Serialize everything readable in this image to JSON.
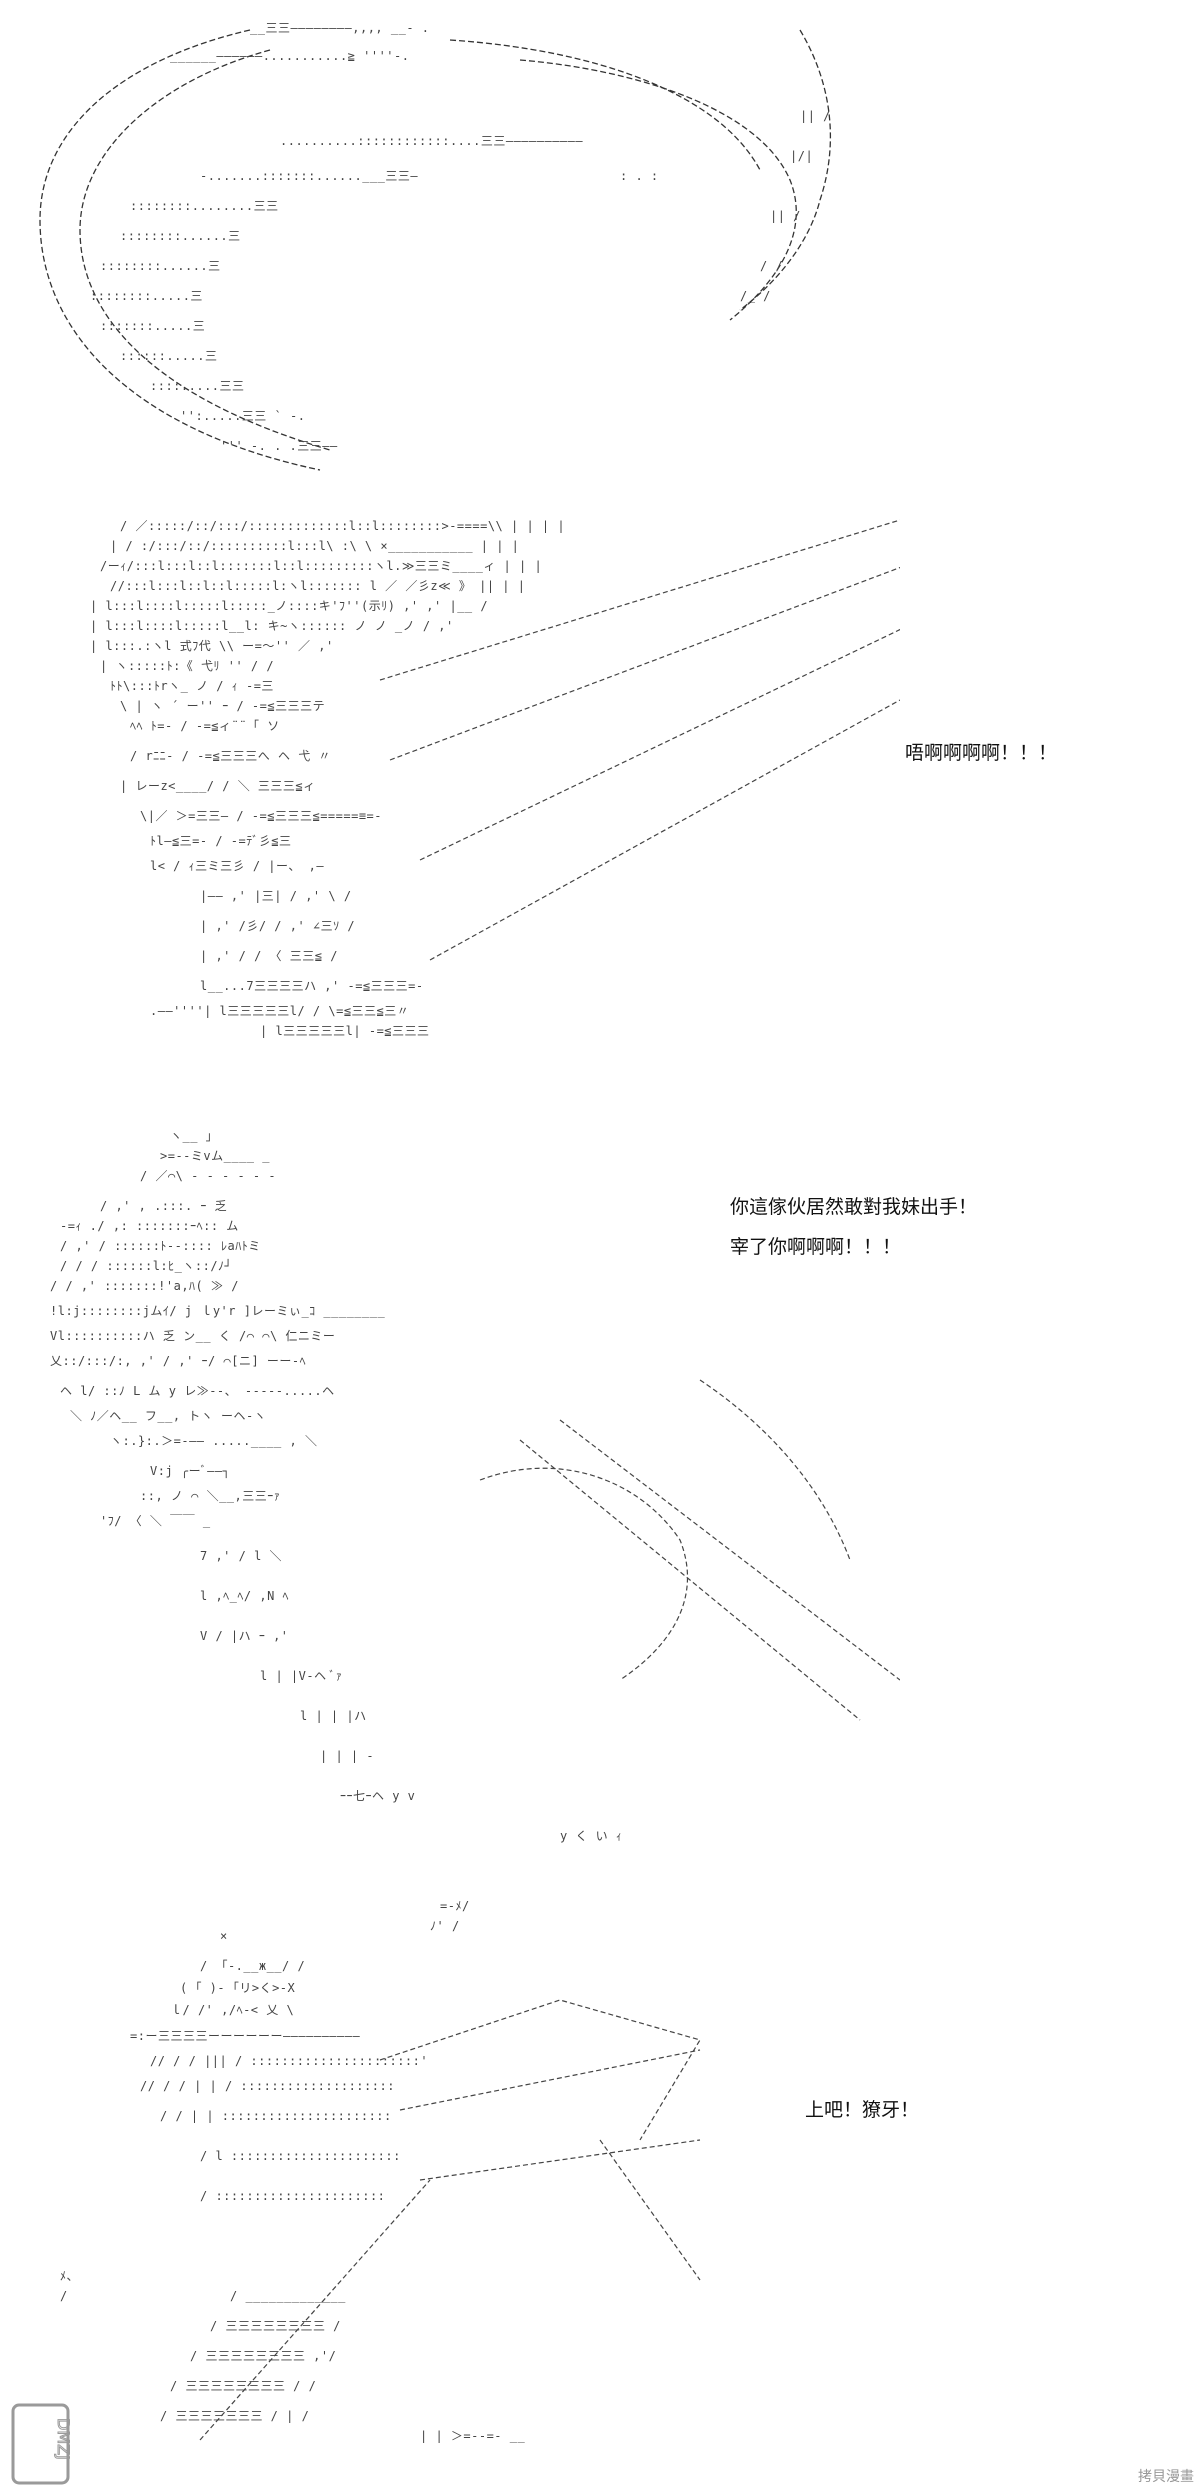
{
  "dialogs": {
    "panel2": "唔啊啊啊啊！！！",
    "panel3_line1": "你這傢伙居然敢對我妹出手！",
    "panel3_line2": "宰了你啊啊啊！！！",
    "panel4": "上吧！獠牙！"
  },
  "watermark": {
    "logo_text": "DMZJ",
    "site_text": "拷貝漫畫"
  },
  "colors": {
    "ink": "#333333",
    "paper": "#ffffff",
    "watermark": "#9a9a9a"
  }
}
